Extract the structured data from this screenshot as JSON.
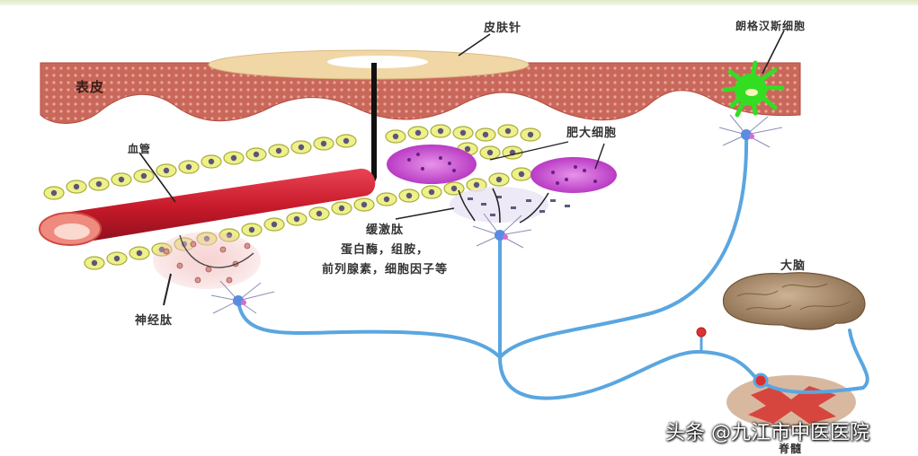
{
  "diagram": {
    "type": "anatomical-pathway",
    "labels": {
      "skin_needle": "皮肤针",
      "langerhans_cell": "朗格汉斯细胞",
      "epidermis": "表皮",
      "mast_cell": "肥大细胞",
      "blood_vessel": "血管",
      "mediators_line1": "缓激肽",
      "mediators_line2": "蛋白酶，组胺，",
      "mediators_line3": "前列腺素，细胞因子等",
      "neuropeptide": "神经肽",
      "brain": "大脑",
      "spinal_cord": "脊髓"
    },
    "nodes": [
      {
        "id": "skin_needle",
        "label": "皮肤针"
      },
      {
        "id": "epidermis",
        "label": "表皮"
      },
      {
        "id": "langerhans_cell",
        "label": "朗格汉斯细胞"
      },
      {
        "id": "mast_cell",
        "label": "肥大细胞"
      },
      {
        "id": "blood_vessel",
        "label": "血管"
      },
      {
        "id": "mediators",
        "label": "缓激肽 蛋白酶，组胺，前列腺素，细胞因子等"
      },
      {
        "id": "neuropeptide",
        "label": "神经肽"
      },
      {
        "id": "brain",
        "label": "大脑"
      },
      {
        "id": "spinal_cord",
        "label": "脊髓"
      }
    ],
    "edges": [
      {
        "from": "mast_cell",
        "to": "mediators"
      },
      {
        "from": "mediators",
        "to": "spinal_cord"
      },
      {
        "from": "neuropeptide",
        "to": "spinal_cord"
      },
      {
        "from": "langerhans_cell",
        "to": "spinal_cord"
      },
      {
        "from": "spinal_cord",
        "to": "brain"
      }
    ]
  },
  "watermark": "头条 @九江市中医医院",
  "colors": {
    "epidermis": "#c9685a",
    "needle_disc": "#f1d7a6",
    "langerhans": "#33dd22",
    "vessel": "#cc1f2e",
    "mast_cell": "#c04ad0",
    "nerve": "#5aa6e0",
    "tissue_cell": "#eef08a",
    "brain": "#b89b78",
    "spinal_grey": "#d6463e"
  }
}
